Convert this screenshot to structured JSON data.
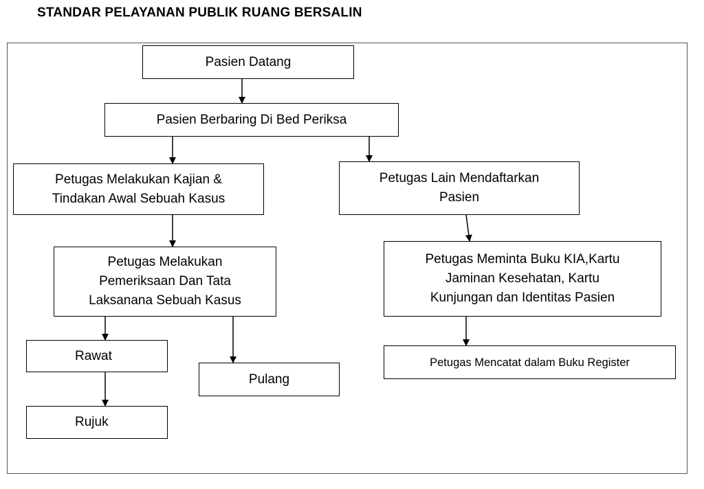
{
  "title": "STANDAR PELAYANAN PUBLIK RUANG BERSALIN",
  "nodes": {
    "pasien_datang": "Pasien Datang",
    "berbaring": "Pasien Berbaring Di Bed Periksa",
    "kajian": "Petugas Melakukan Kajian &\nTindakan Awal Sebuah Kasus",
    "mendaftarkan": "Petugas Lain Mendaftarkan\nPasien",
    "pemeriksaan": "Petugas Melakukan\nPemeriksaan Dan Tata\nLaksanana Sebuah Kasus",
    "meminta": "Petugas Meminta Buku KIA,Kartu\nJaminan Kesehatan, Kartu\nKunjungan dan Identitas Pasien",
    "rawat": "Rawat",
    "pulang": "Pulang",
    "register": "Petugas Mencatat dalam Buku Register",
    "rujuk": "Rujuk"
  }
}
